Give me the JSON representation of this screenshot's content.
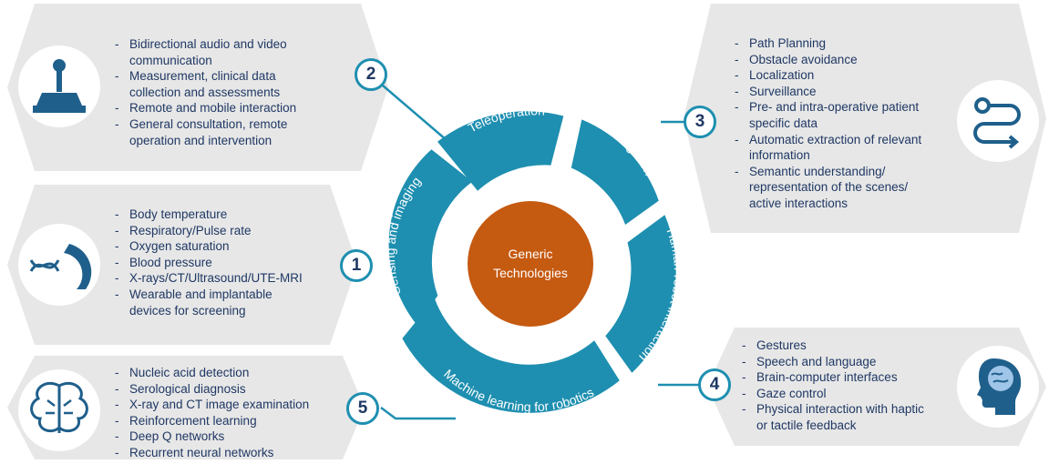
{
  "center": {
    "line1": "Generic",
    "line2": "Technologies"
  },
  "segments": {
    "sensing": "Sensing and imaging",
    "teleoperation": "Teleoperation",
    "navigation": "Navigation",
    "hri": "Human-robot interaction",
    "ml": "Machine learning for robotics"
  },
  "numbers": {
    "n1": "1",
    "n2": "2",
    "n3": "3",
    "n4": "4",
    "n5": "5"
  },
  "panels": {
    "teleoperation": {
      "items": [
        "Bidirectional audio and video",
        "communication",
        "Measurement, clinical data",
        "collection and assessments",
        "Remote and mobile interaction",
        "General consultation, remote",
        "operation and intervention"
      ]
    },
    "sensing": {
      "items": [
        "Body temperature",
        "Respiratory/Pulse rate",
        "Oxygen saturation",
        "Blood pressure",
        "X-rays/CT/Ultrasound/UTE-MRI",
        "Wearable and implantable",
        "devices for screening"
      ]
    },
    "ml": {
      "items": [
        "Nucleic acid detection",
        "Serological diagnosis",
        "X-ray and CT image examination",
        "Reinforcement learning",
        "Deep Q networks",
        "Recurrent neural networks"
      ]
    },
    "navigation": {
      "items": [
        "Path Planning",
        "Obstacle avoidance",
        "Localization",
        "Surveillance",
        "Pre- and intra-operative patient",
        "specific data",
        "Automatic extraction of  relevant",
        "information",
        "Semantic understanding/",
        "representation of the scenes/",
        "active interactions"
      ]
    },
    "hri": {
      "items": [
        "Gestures",
        "Speech and language",
        "Brain-computer interfaces",
        "Gaze control",
        "Physical interaction with haptic",
        "or tactile feedback"
      ]
    }
  },
  "icons": {
    "teleoperation": "joystick-icon",
    "sensing": "dna-scanner-icon",
    "ml": "neural-network-icon",
    "navigation": "path-route-icon",
    "hri": "brain-head-icon"
  },
  "colors": {
    "ring": "#1e8fb0",
    "center": "#c55a11",
    "panel": "#e7e7e7",
    "text": "#1f3864"
  }
}
